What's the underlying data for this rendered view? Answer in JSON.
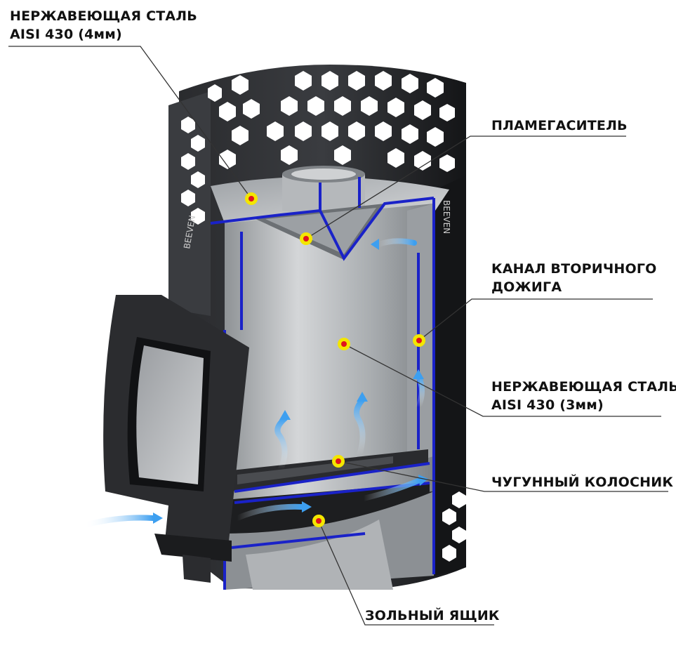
{
  "diagram": {
    "brand_mark": "BEEVEN",
    "callouts": [
      {
        "id": "outer-steel",
        "lines": [
          "НЕРЖАВЕЮЩАЯ СТАЛЬ",
          "AISI 430  (4мм)"
        ]
      },
      {
        "id": "flame-suppressor",
        "lines": [
          "ПЛАМЕГАСИТЕЛЬ"
        ]
      },
      {
        "id": "afterburn-channel",
        "lines": [
          "КАНАЛ ВТОРИЧНОГО",
          "ДОЖИГА"
        ]
      },
      {
        "id": "inner-steel",
        "lines": [
          "НЕРЖАВЕЮЩАЯ СТАЛЬ",
          "AISI 430  (3мм)"
        ]
      },
      {
        "id": "cast-iron-grate",
        "lines": [
          "ЧУГУННЫЙ КОЛОСНИК"
        ]
      },
      {
        "id": "ash-box",
        "lines": [
          "ЗОЛЬНЫЙ ЯЩИК"
        ]
      }
    ],
    "colors": {
      "marker_fill": "#f3e600",
      "marker_center": "#e0141e",
      "steel_edge": "#1a22c8",
      "airflow": "#4aa8f0",
      "outer_casing": "#1e1f22",
      "inner_steel": "#b9bcbf"
    }
  }
}
